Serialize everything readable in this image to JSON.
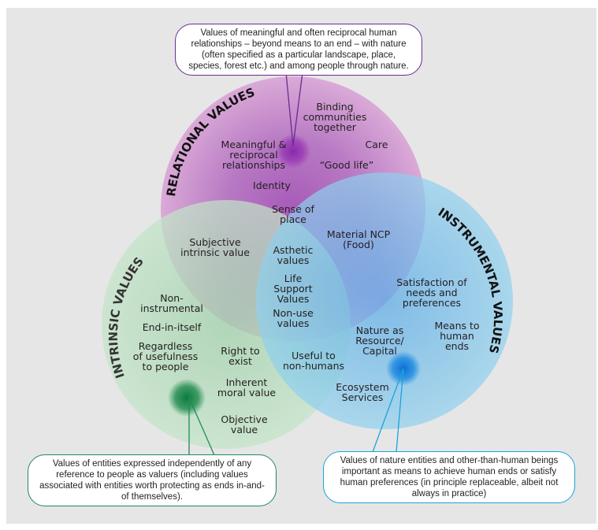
{
  "circles": {
    "relational": {
      "title": "RELATIONAL VALUES",
      "color": "#c98fc9",
      "callout": "Values of meaningful and often reciprocal human relationships – beyond means to an end – with nature (often specified as a particular landscape, place, species, forest etc.) and among people through nature.",
      "callout_color": "#6a2c91"
    },
    "intrinsic": {
      "title": "INTRINSIC VALUES",
      "color": "#8fcc9f",
      "callout": "Values of entities expressed independently of any reference to people as valuers (including  values associated with entities worth protecting as ends in-and-of themselves).",
      "callout_color": "#1f8a5a"
    },
    "instrumental": {
      "title": "INSTRUMENTAL VALUES",
      "color": "#5bc0e8",
      "callout": "Values of nature entities and other-than-human beings important as means to achieve human ends or satisfy human preferences (in principle replaceable, albeit not always in practice)",
      "callout_color": "#1aa3dc"
    }
  },
  "labels": {
    "meaningful": [
      "Meaningful &",
      "reciprocal",
      "relationships"
    ],
    "binding": [
      "Binding",
      "communities",
      "together"
    ],
    "care": "Care",
    "good_life": "“Good life”",
    "identity": "Identity",
    "sense_of_place": [
      "Sense of",
      "place"
    ],
    "subjective": [
      "Subjective",
      "intrinsic value"
    ],
    "material": [
      "Material NCP",
      "(Food)"
    ],
    "asthetic": [
      "Asthetic",
      "values"
    ],
    "life_support": [
      "Life",
      "Support",
      "Values"
    ],
    "non_use": [
      "Non-use",
      "values"
    ],
    "non_instrumental": [
      "Non-",
      "instrumental"
    ],
    "end_in_itself": "End-in-itself",
    "regardless": [
      "Regardless",
      "of usefulness",
      "to people"
    ],
    "right_to_exist": [
      "Right to",
      "exist"
    ],
    "inherent": [
      "Inherent",
      "moral value"
    ],
    "objective": [
      "Objective",
      "value"
    ],
    "useful": [
      "Useful to",
      "non-humans"
    ],
    "satisfaction": [
      "Satisfaction of",
      "needs and",
      "preferences"
    ],
    "means": [
      "Means to",
      "human",
      "ends"
    ],
    "resource": [
      "Nature as",
      "Resource/",
      "Capital"
    ],
    "ecosystem": [
      "Ecosystem",
      "Services"
    ]
  }
}
